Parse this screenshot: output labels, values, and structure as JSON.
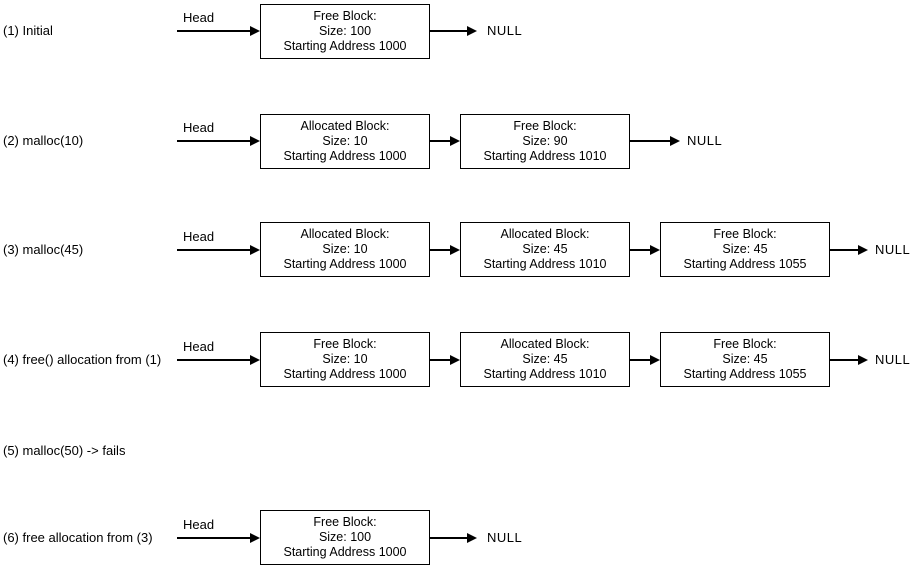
{
  "colors": {
    "line": "#000000",
    "text": "#000000",
    "background": "#ffffff",
    "box_fill": "#ffffff"
  },
  "rows": [
    {
      "label": "(1) Initial",
      "head_label": "Head",
      "null_label": "NULL",
      "blocks": [
        {
          "title": "Free Block:",
          "size": "Size: 100",
          "address": "Starting Address 1000"
        }
      ]
    },
    {
      "label": "(2) malloc(10)",
      "head_label": "Head",
      "null_label": "NULL",
      "blocks": [
        {
          "title": "Allocated Block:",
          "size": "Size: 10",
          "address": "Starting Address 1000"
        },
        {
          "title": "Free Block:",
          "size": "Size: 90",
          "address": "Starting Address 1010"
        }
      ]
    },
    {
      "label": "(3) malloc(45)",
      "head_label": "Head",
      "null_label": "NULL",
      "blocks": [
        {
          "title": "Allocated Block:",
          "size": "Size: 10",
          "address": "Starting Address 1000"
        },
        {
          "title": "Allocated Block:",
          "size": "Size: 45",
          "address": "Starting Address 1010"
        },
        {
          "title": "Free Block:",
          "size": "Size: 45",
          "address": "Starting Address 1055"
        }
      ]
    },
    {
      "label": "(4) free() allocation from (1)",
      "head_label": "Head",
      "null_label": "NULL",
      "blocks": [
        {
          "title": "Free Block:",
          "size": "Size: 10",
          "address": "Starting Address 1000"
        },
        {
          "title": "Allocated Block:",
          "size": "Size: 45",
          "address": "Starting Address 1010"
        },
        {
          "title": "Free Block:",
          "size": "Size: 45",
          "address": "Starting Address 1055"
        }
      ]
    },
    {
      "label": "(5) malloc(50) -> fails",
      "blocks": []
    },
    {
      "label": "(6) free allocation from (3)",
      "head_label": "Head",
      "null_label": "NULL",
      "blocks": [
        {
          "title": "Free Block:",
          "size": "Size: 100",
          "address": "Starting Address 1000"
        }
      ]
    }
  ]
}
